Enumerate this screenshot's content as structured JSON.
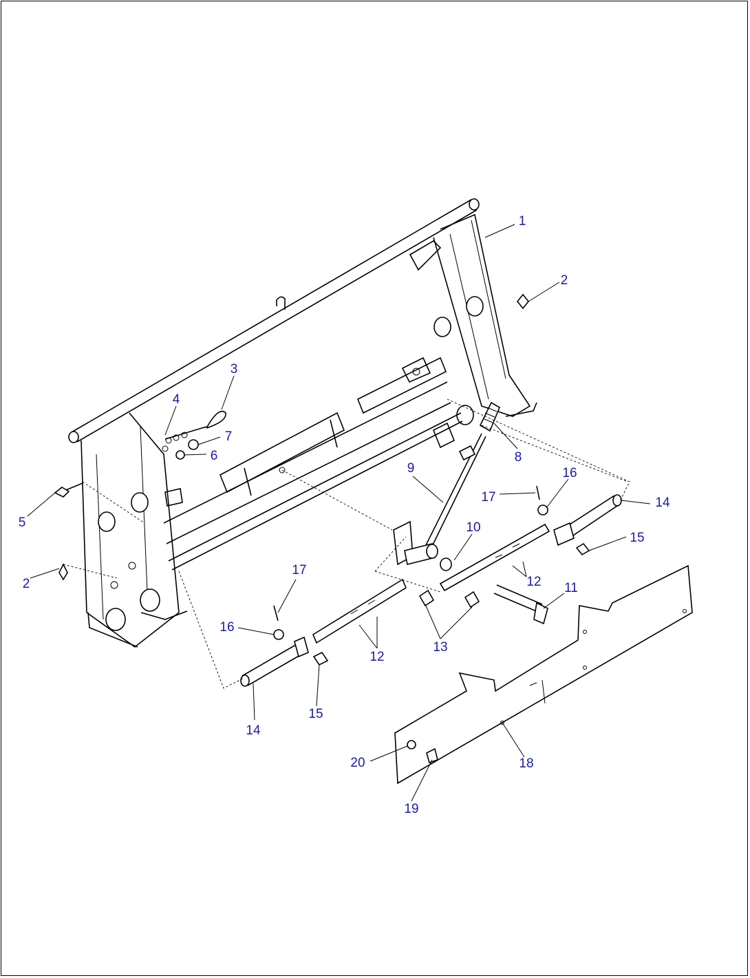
{
  "diagram": {
    "callouts": [
      {
        "id": "c1",
        "label": "1"
      },
      {
        "id": "c2a",
        "label": "2"
      },
      {
        "id": "c2b",
        "label": "2"
      },
      {
        "id": "c3",
        "label": "3"
      },
      {
        "id": "c4",
        "label": "4"
      },
      {
        "id": "c5",
        "label": "5"
      },
      {
        "id": "c6",
        "label": "6"
      },
      {
        "id": "c7",
        "label": "7"
      },
      {
        "id": "c8",
        "label": "8"
      },
      {
        "id": "c9",
        "label": "9"
      },
      {
        "id": "c10",
        "label": "10"
      },
      {
        "id": "c11",
        "label": "11"
      },
      {
        "id": "c12a",
        "label": "12"
      },
      {
        "id": "c12b",
        "label": "12"
      },
      {
        "id": "c13",
        "label": "13"
      },
      {
        "id": "c14a",
        "label": "14"
      },
      {
        "id": "c14b",
        "label": "14"
      },
      {
        "id": "c15a",
        "label": "15"
      },
      {
        "id": "c15b",
        "label": "15"
      },
      {
        "id": "c16a",
        "label": "16"
      },
      {
        "id": "c16b",
        "label": "16"
      },
      {
        "id": "c17a",
        "label": "17"
      },
      {
        "id": "c17b",
        "label": "17"
      },
      {
        "id": "c18",
        "label": "18"
      },
      {
        "id": "c19",
        "label": "19"
      },
      {
        "id": "c20",
        "label": "20"
      }
    ]
  }
}
